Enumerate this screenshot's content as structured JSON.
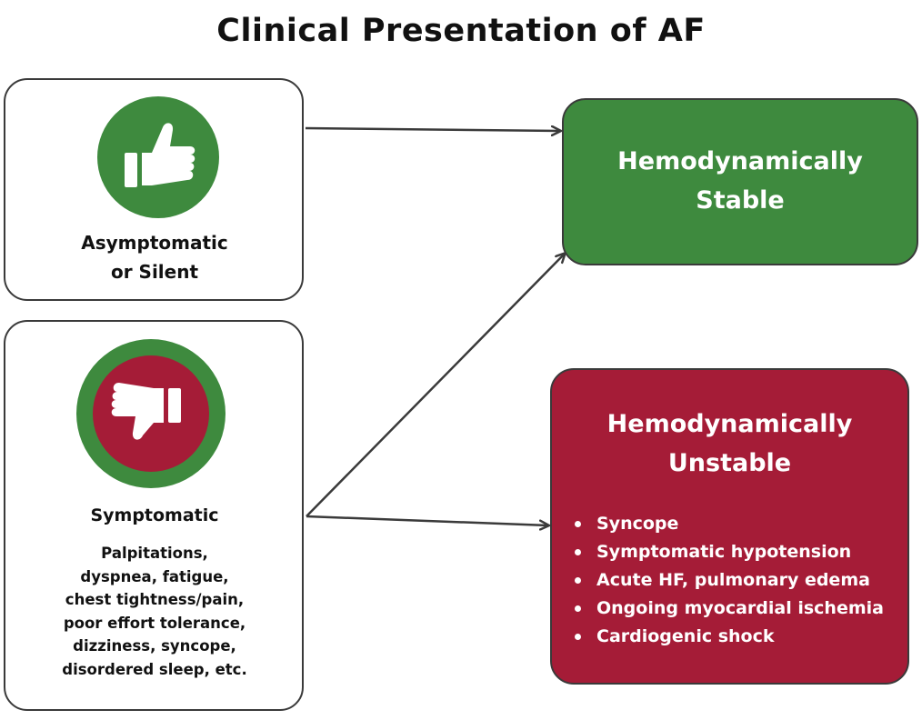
{
  "title": "Clinical Presentation of AF",
  "left": {
    "asymptomatic": {
      "label_line1": "Asymptomatic",
      "label_line2": "or Silent",
      "icon": "thumbs-up-icon"
    },
    "symptomatic": {
      "label": "Symptomatic",
      "details": [
        "Palpitations,",
        "dyspnea, fatigue,",
        "chest tightness/pain,",
        "poor effort tolerance,",
        "dizziness, syncope,",
        "disordered sleep, etc."
      ],
      "icon": "thumbs-down-icon"
    }
  },
  "right": {
    "stable": {
      "title_line1": "Hemodynamically",
      "title_line2": "Stable"
    },
    "unstable": {
      "title_line1": "Hemodynamically",
      "title_line2": "Unstable",
      "items": [
        "Syncope",
        "Symptomatic hypotension",
        "Acute HF, pulmonary edema",
        "Ongoing myocardial ischemia",
        "Cardiogenic shock"
      ]
    }
  },
  "colors": {
    "green": "#3e8a3e",
    "red": "#a51c37",
    "border": "#3a3a3a"
  }
}
